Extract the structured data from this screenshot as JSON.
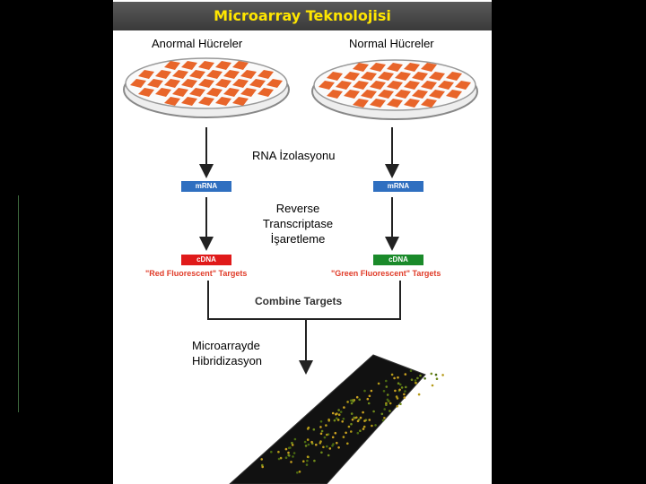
{
  "title": "Microarray Teknolojisi",
  "left_label": "Anormal Hücreler",
  "right_label": "Normal Hücreler",
  "rna_label": "RNA İzolasyonu",
  "rt_label": [
    "Reverse",
    "Transcriptase",
    "İşaretleme"
  ],
  "mrna": "mRNA",
  "cdna": "cDNA",
  "red_targets": "\"Red Fluorescent\" Targets",
  "green_targets": "\"Green Fluorescent\" Targets",
  "combine": "Combine Targets",
  "hyb_label": [
    "Microarrayde",
    "Hibridizasyon"
  ],
  "colors": {
    "title_text": "#ffe600",
    "cells": "#e8652a",
    "mrna_chip": "#2f6fc0",
    "red_chip": "#e01a1a",
    "green_chip": "#1a8a2a",
    "target_text": "#e03b28"
  }
}
